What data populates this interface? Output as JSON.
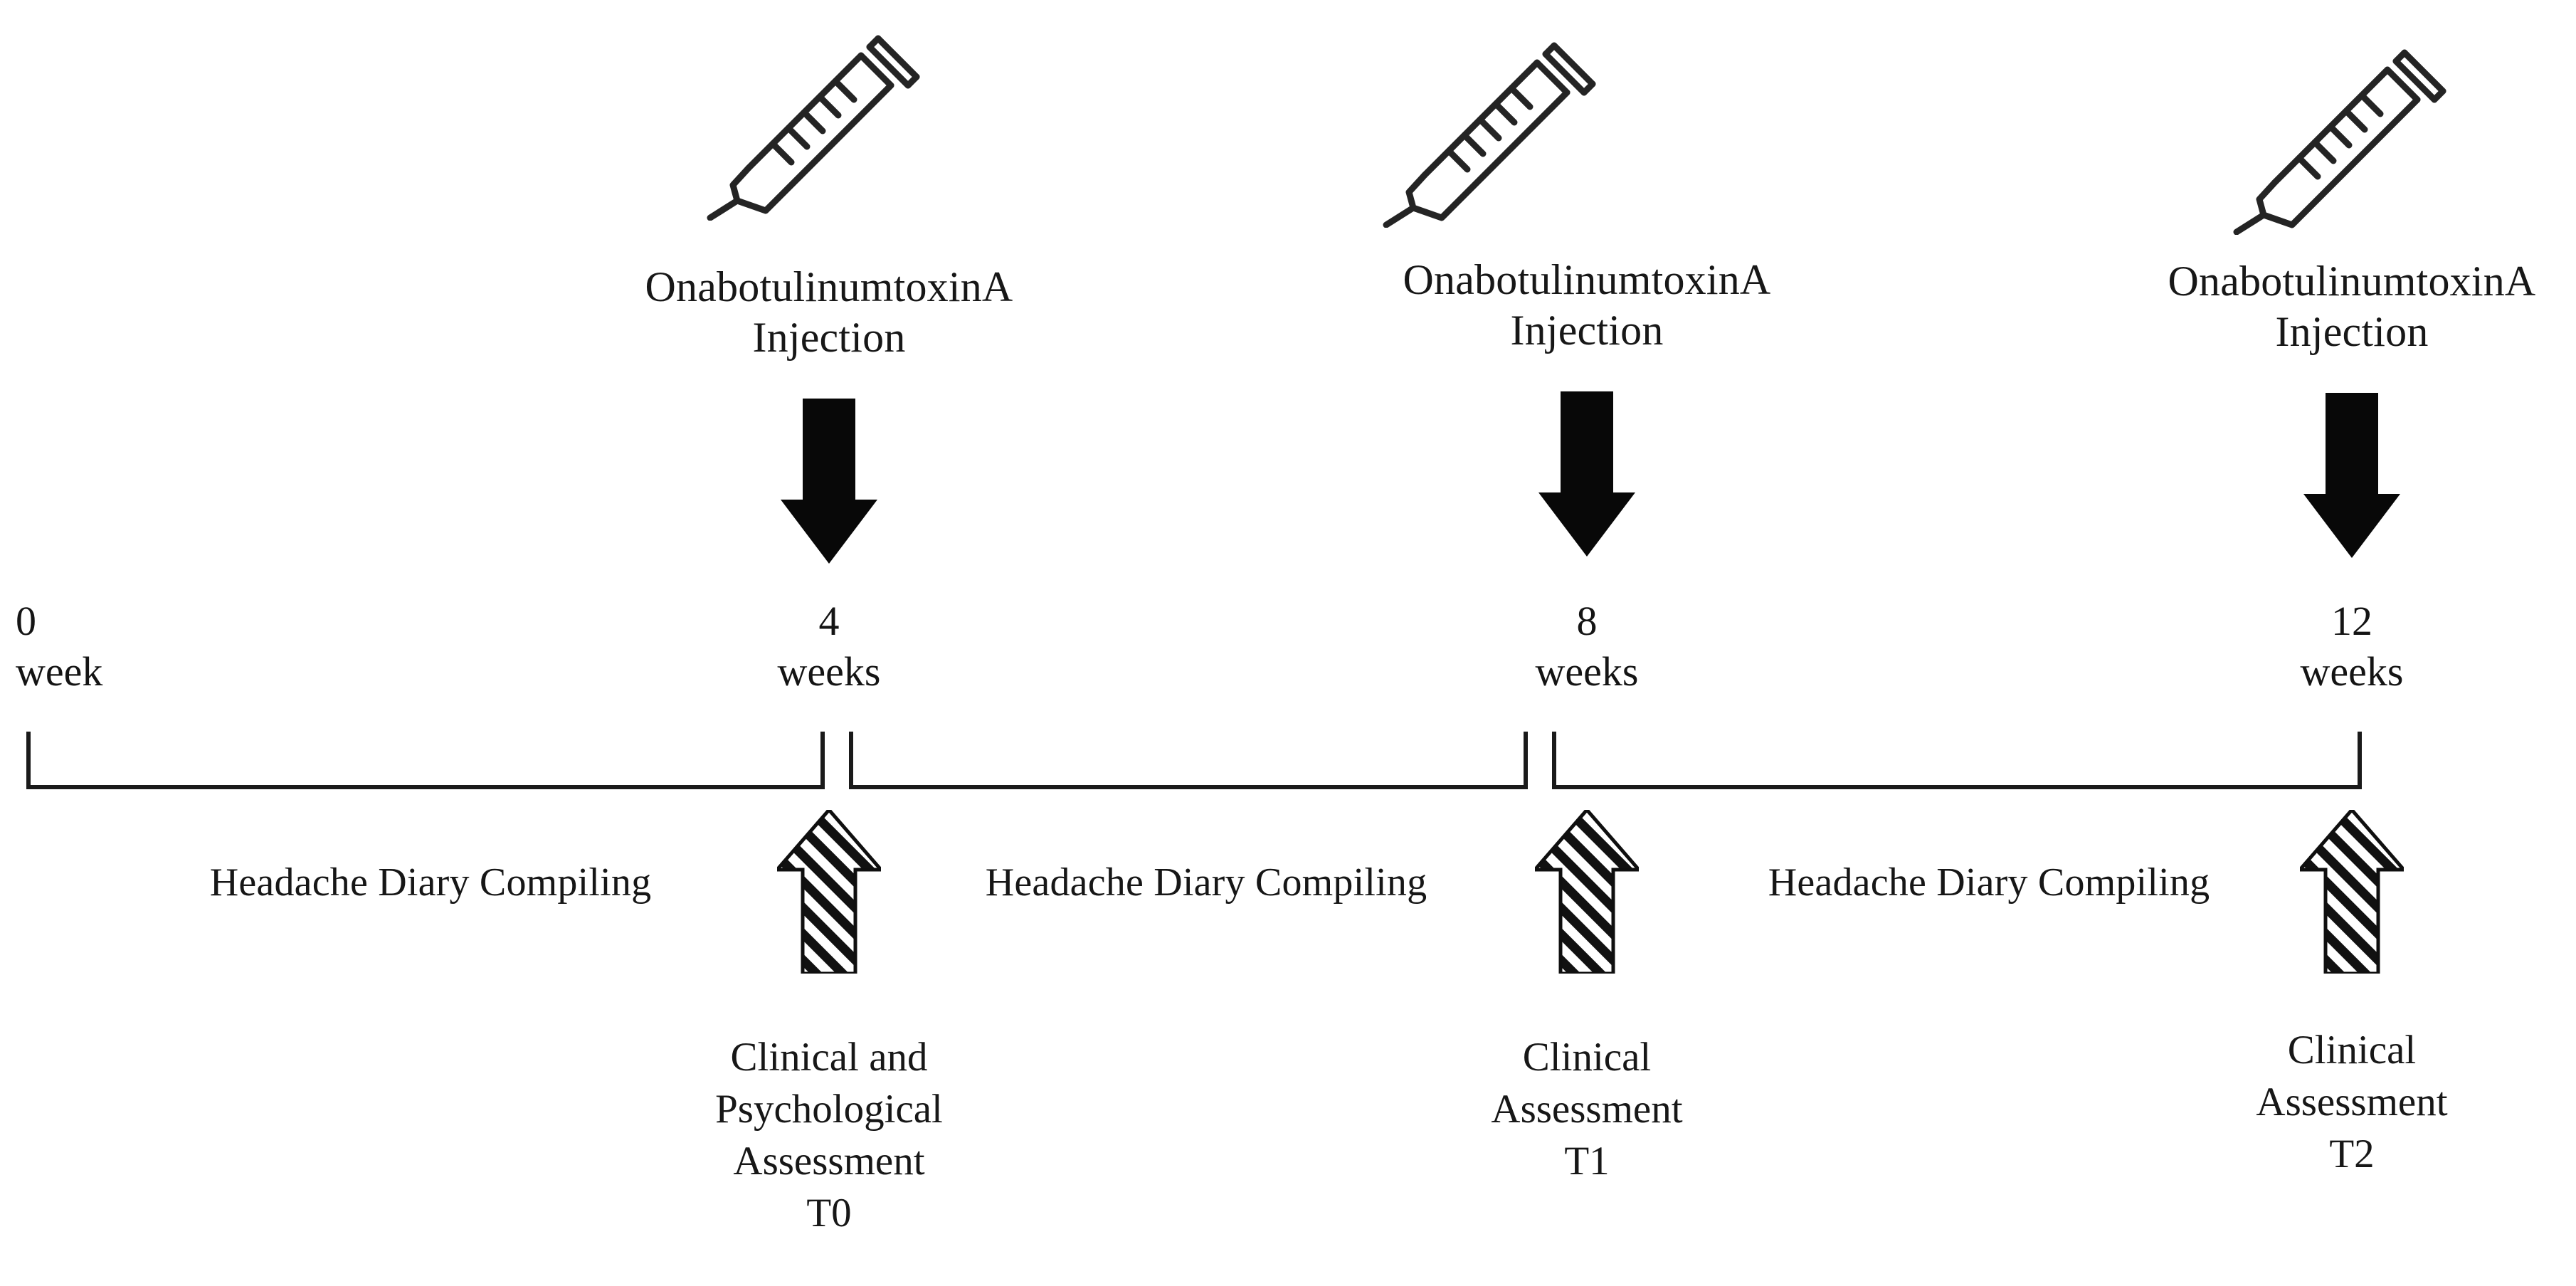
{
  "figure": {
    "type": "study-timeline-diagram",
    "background_color": "#ffffff",
    "ink_color": "#171717"
  },
  "injections": [
    {
      "icon": "syringe-icon",
      "line1": "OnabotulinumtoxinA",
      "line2": "Injection",
      "arrow": "down-arrow-solid"
    },
    {
      "icon": "syringe-icon",
      "line1": "OnabotulinumtoxinA",
      "line2": "Injection",
      "arrow": "down-arrow-solid"
    },
    {
      "icon": "syringe-icon",
      "line1": "OnabotulinumtoxinA",
      "line2": "Injection",
      "arrow": "down-arrow-solid"
    }
  ],
  "timepoints": [
    {
      "number": "0",
      "unit": "week"
    },
    {
      "number": "4",
      "unit": "weeks"
    },
    {
      "number": "8",
      "unit": "weeks"
    },
    {
      "number": "12",
      "unit": "weeks"
    }
  ],
  "intervals": [
    {
      "label": "Headache Diary Compiling"
    },
    {
      "label": "Headache Diary Compiling"
    },
    {
      "label": "Headache Diary Compiling"
    }
  ],
  "assessments": [
    {
      "arrow": "up-arrow-hatched",
      "lines": [
        "Clinical and",
        "Psychological",
        "Assessment",
        "T0"
      ],
      "code": "T0"
    },
    {
      "arrow": "up-arrow-hatched",
      "lines": [
        "Clinical",
        "Assessment",
        "T1"
      ],
      "code": "T1"
    },
    {
      "arrow": "up-arrow-hatched",
      "lines": [
        "Clinical",
        "Assessment",
        "T2"
      ],
      "code": "T2"
    }
  ]
}
